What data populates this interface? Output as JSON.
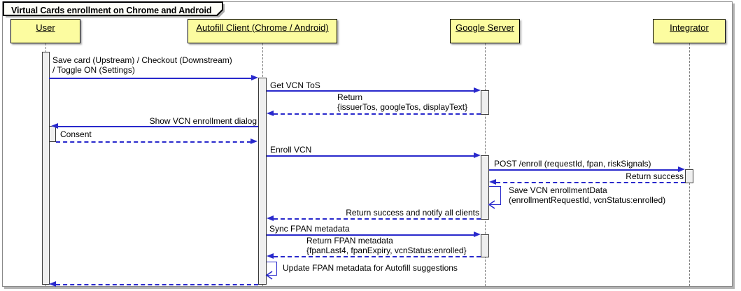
{
  "title": "Virtual Cards enrollment on Chrome and Android",
  "participants": [
    {
      "name": "User"
    },
    {
      "name": "Autofill Client (Chrome / Android)"
    },
    {
      "name": "Google Server"
    },
    {
      "name": "Integrator"
    }
  ],
  "messages": {
    "save_card_line1": "Save card (Upstream) / Checkout (Downstream)",
    "save_card_line2": "/ Toggle ON (Settings)",
    "get_vcn_tos": "Get VCN ToS",
    "return_tos_line1": "Return",
    "return_tos_line2": "{issuerTos, googleTos, displayText}",
    "show_dialog": "Show VCN enrollment dialog",
    "consent": "Consent",
    "enroll_vcn": "Enroll VCN",
    "post_enroll": "POST /enroll (requestId, fpan, riskSignals)",
    "return_success": "Return success",
    "save_enrollment_line1": "Save VCN enrollmentData",
    "save_enrollment_line2": "(enrollmentRequestId, vcnStatus:enrolled)",
    "return_notify": "Return success and notify all clients",
    "sync_fpan": "Sync FPAN metadata",
    "return_fpan_line1": "Return FPAN metadata",
    "return_fpan_line2": "{fpanLast4, fpanExpiry, vcnStatus:enrolled}",
    "update_fpan": "Update FPAN metadata for Autofill suggestions"
  },
  "colors": {
    "arrow": "#2929CC",
    "participant_fill": "#FCFCA0",
    "activation_fill": "#EFEFEF",
    "frame_border": "#8A8A8A"
  }
}
